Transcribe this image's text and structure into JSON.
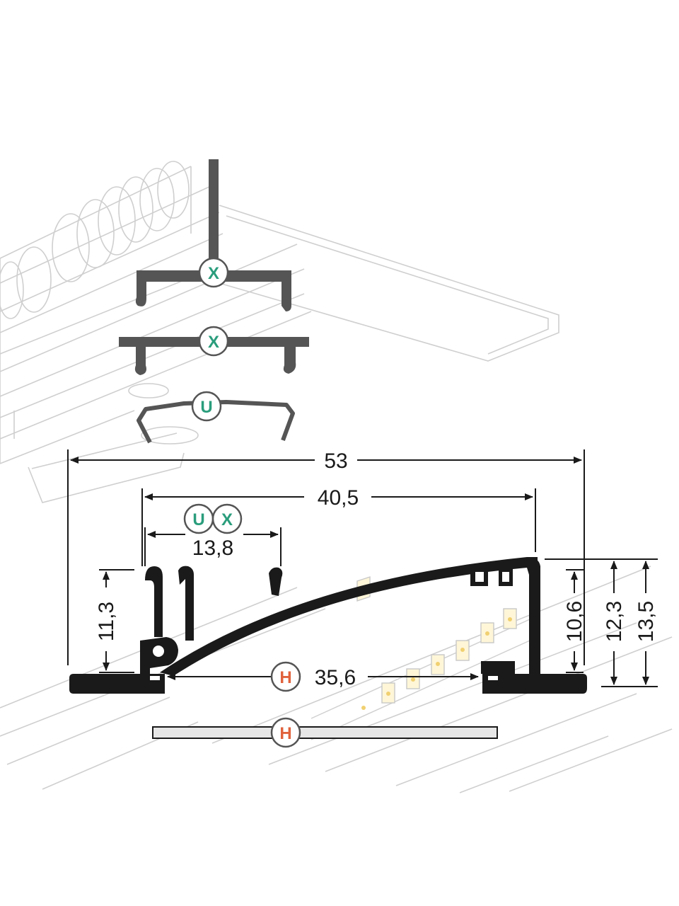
{
  "dimensions": {
    "overall_width": "53",
    "inner_width": "40,5",
    "mount_width": "13,8",
    "strip_width": "35,6",
    "left_height": "11,3",
    "height_a": "10,6",
    "height_b": "12,3",
    "height_c": "13,5"
  },
  "badges": {
    "clip_x_upper": "X",
    "clip_x_lower": "X",
    "clip_u": "U",
    "mount_u": "U",
    "mount_x": "X",
    "strip_h": "H",
    "cover_h": "H"
  },
  "colors": {
    "profile": "#1a1a1a",
    "clip": "#555555",
    "sketch_line": "#cccccc",
    "badge_green": "#2a9d7c",
    "badge_orange": "#e0623c",
    "cover": "#e6e6e6"
  }
}
